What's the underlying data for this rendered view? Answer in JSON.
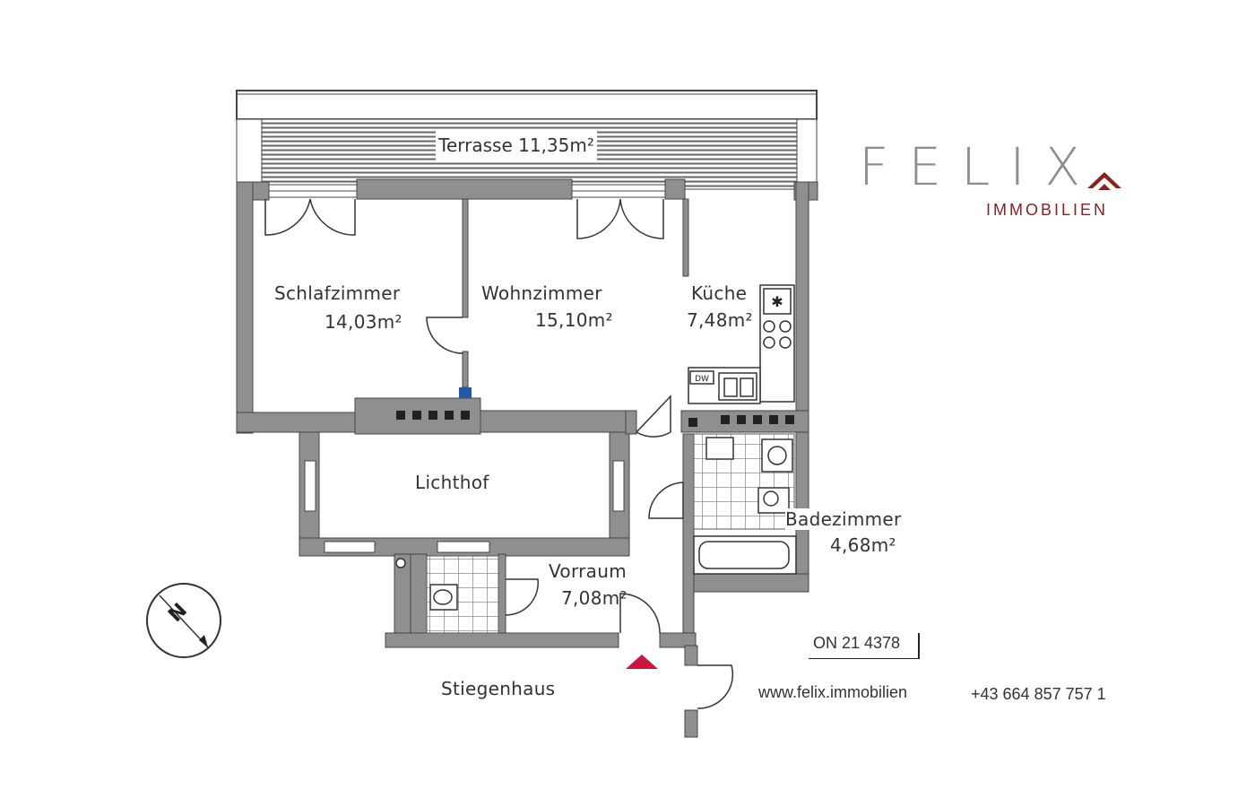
{
  "terrace": {
    "label": "Terrasse 11,35m²"
  },
  "rooms": [
    {
      "key": "schlafzimmer",
      "name": "Schlafzimmer",
      "area": "14,03m²"
    },
    {
      "key": "wohnzimmer",
      "name": "Wohnzimmer",
      "area": "15,10m²"
    },
    {
      "key": "kueche",
      "name": "Küche",
      "area": "7,48m²"
    },
    {
      "key": "lichthof",
      "name": "Lichthof"
    },
    {
      "key": "badezimmer",
      "name": "Badezimmer",
      "area": "4,68m²"
    },
    {
      "key": "vorraum",
      "name": "Vorraum",
      "area": "7,08m²"
    },
    {
      "key": "stiegenhaus",
      "name": "Stiegenhaus"
    }
  ],
  "fixtures": {
    "dishwasher": "DW"
  },
  "brand": {
    "name": "FELIX",
    "subtitle": "IMMOBILIEN",
    "color_grey": "#8e8e8e",
    "color_red": "#8a1f1f"
  },
  "contact": {
    "norm": "ON 21 4378",
    "website": "www.felix.immobilien",
    "phone": "+43 664 857 757 1"
  },
  "compass": {
    "letter": "N"
  },
  "colors": {
    "wall": "#8f8f8f",
    "wall_dark": "#7a7a7a",
    "entrance_marker": "#c8173f"
  }
}
